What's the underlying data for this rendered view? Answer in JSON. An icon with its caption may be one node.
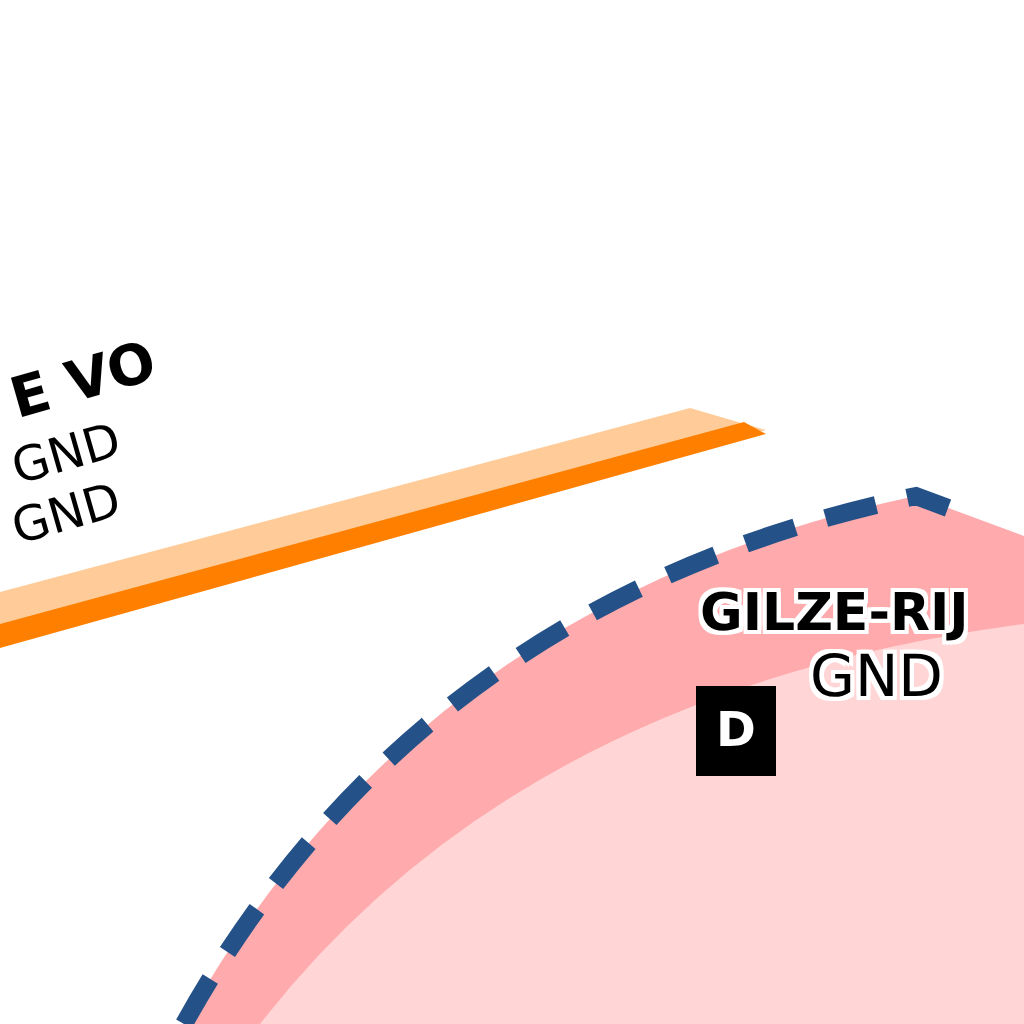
{
  "diagram": {
    "labels": [
      "E VO",
      "GND",
      "GND",
      "GILZE-RIJ",
      "GND",
      "D"
    ]
  }
}
